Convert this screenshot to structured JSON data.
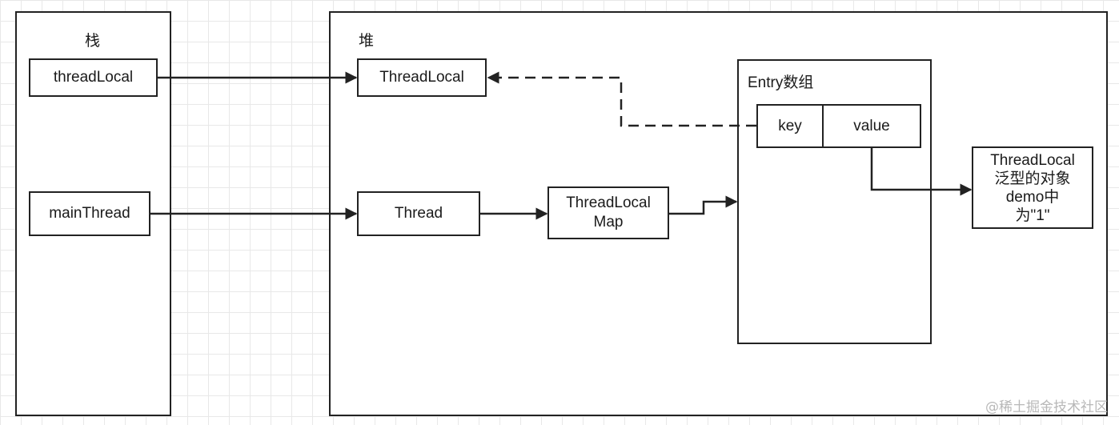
{
  "stack": {
    "label": "栈",
    "items": {
      "thread_local_ref": "threadLocal",
      "main_thread_ref": "mainThread"
    }
  },
  "heap": {
    "label": "堆",
    "thread_local_obj": "ThreadLocal",
    "thread_obj": "Thread",
    "thread_local_map": "ThreadLocal\nMap",
    "entry_array": {
      "label": "Entry数组",
      "key": "key",
      "value": "value"
    }
  },
  "value_object": "ThreadLocal\n泛型的对象\ndemo中\n为\"1\"",
  "watermark": "@稀土掘金技术社区",
  "edge_styles": {
    "solid": "#222222",
    "dashed_weak_ref": "#222222"
  }
}
